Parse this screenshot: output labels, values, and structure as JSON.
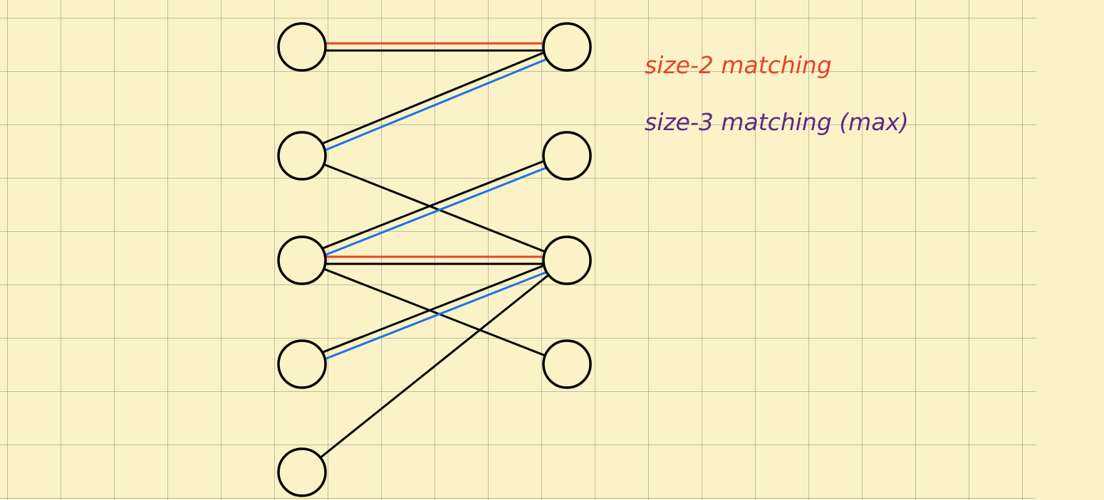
{
  "diagram": {
    "type": "bipartite-graph",
    "left_nodes": [
      "L1",
      "L2",
      "L3",
      "L4",
      "L5"
    ],
    "right_nodes": [
      "R1",
      "R2",
      "R3",
      "R4"
    ],
    "edges": [
      [
        "L1",
        "R1"
      ],
      [
        "L2",
        "R1"
      ],
      [
        "L2",
        "R3"
      ],
      [
        "L3",
        "R2"
      ],
      [
        "L3",
        "R3"
      ],
      [
        "L3",
        "R4"
      ],
      [
        "L4",
        "R3"
      ],
      [
        "L5",
        "R3"
      ]
    ],
    "matching_size_2": {
      "color": "#e8432a",
      "edges": [
        [
          "L1",
          "R1"
        ],
        [
          "L3",
          "R3"
        ]
      ]
    },
    "matching_size_3": {
      "color": "#1a73e8",
      "edges": [
        [
          "L2",
          "R1"
        ],
        [
          "L3",
          "R2"
        ],
        [
          "L4",
          "R3"
        ]
      ]
    },
    "edge_color": "#000000"
  },
  "annotations": {
    "size2_label": "size-2 matching",
    "size2_color": "#e8432a",
    "size3_label": "size-3 matching (max)",
    "size3_color": "#5b2a86"
  },
  "background": {
    "paper_color": "#fbf3c7",
    "grid_color": "#9a9a9a"
  }
}
